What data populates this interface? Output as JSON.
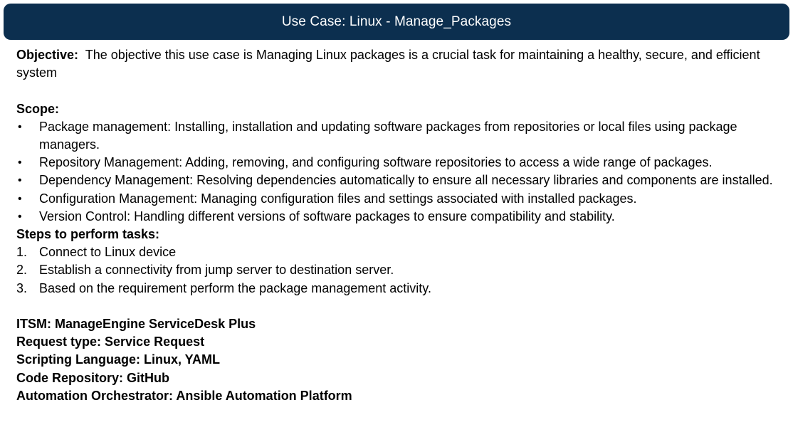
{
  "title": "Use Case: Linux - Manage_Packages",
  "objective": {
    "label": "Objective:",
    "text": "  The objective this use case is Managing Linux packages is a crucial task for maintaining a healthy, secure, and efficient system"
  },
  "scope": {
    "label": "Scope:",
    "bullet_glyph": "•",
    "items": [
      "Package management: Installing, installation and updating software packages from repositories or local files using package managers.",
      "Repository Management: Adding, removing, and configuring software repositories to access a wide range of packages.",
      "Dependency Management: Resolving dependencies automatically to ensure all necessary libraries and components are installed.",
      "Configuration Management: Managing configuration files and settings associated with installed packages.",
      "Version Control: Handling different versions of software packages to ensure compatibility and stability."
    ]
  },
  "steps": {
    "label": "Steps to perform tasks:",
    "items": [
      {
        "num": "1.",
        "text": "Connect to Linux device"
      },
      {
        "num": "2.",
        "text": "Establish a connectivity from jump server to destination server."
      },
      {
        "num": "3.",
        "text": "Based on the requirement perform the package management activity."
      }
    ]
  },
  "meta": {
    "itsm": "ITSM: ManageEngine ServiceDesk Plus",
    "request_type": "Request type: Service Request",
    "scripting_language": "Scripting Language: Linux, YAML",
    "code_repository": "Code Repository: GitHub",
    "automation_orchestrator": "Automation Orchestrator: Ansible Automation Platform"
  },
  "colors": {
    "banner": "#0c2f4f",
    "banner_text": "#ffffff",
    "body_text": "#000000"
  }
}
